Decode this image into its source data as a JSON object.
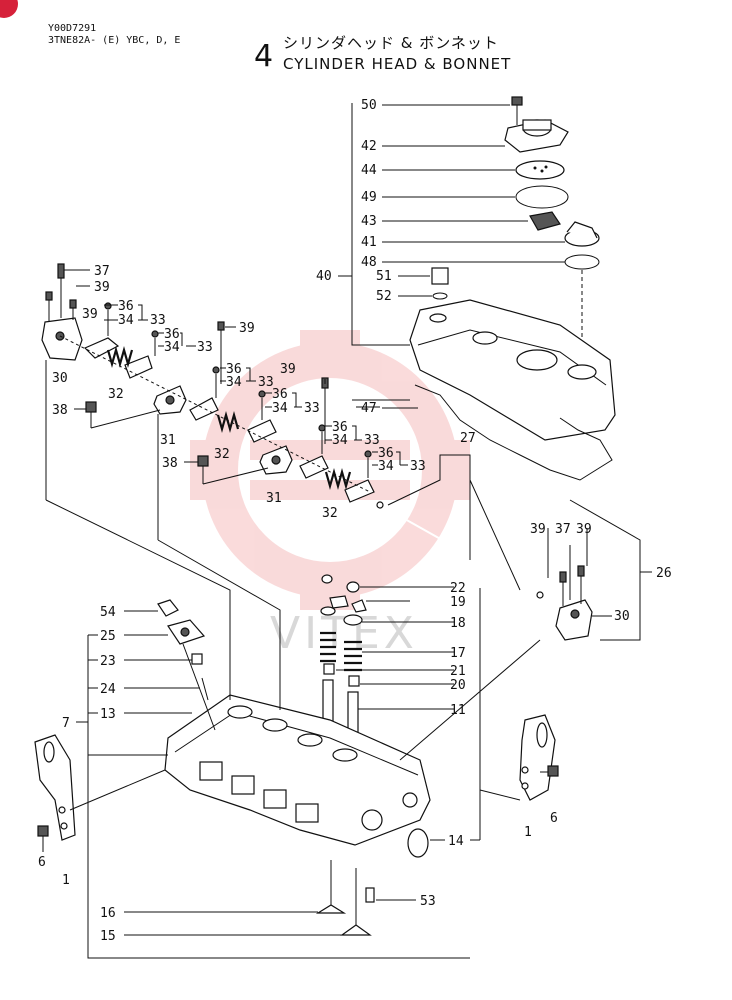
{
  "header": {
    "code": "Y00D7291",
    "model": "3TNE82A- (E) YBC, D, E",
    "section_number": "4",
    "title_jp": "シリンダヘッド & ボンネット",
    "title_en": "CYLINDER HEAD & BONNET"
  },
  "watermark": "VITEX",
  "callouts": [
    {
      "id": "50",
      "text": "50"
    },
    {
      "id": "42",
      "text": "42"
    },
    {
      "id": "44",
      "text": "44"
    },
    {
      "id": "49",
      "text": "49"
    },
    {
      "id": "43",
      "text": "43"
    },
    {
      "id": "41",
      "text": "41"
    },
    {
      "id": "48",
      "text": "48"
    },
    {
      "id": "40",
      "text": "40"
    },
    {
      "id": "51",
      "text": "51"
    },
    {
      "id": "52",
      "text": "52"
    },
    {
      "id": "47",
      "text": "47"
    },
    {
      "id": "27",
      "text": "27"
    },
    {
      "id": "37a",
      "text": "37"
    },
    {
      "id": "39a",
      "text": "39"
    },
    {
      "id": "39b",
      "text": "39"
    },
    {
      "id": "36a",
      "text": "36"
    },
    {
      "id": "34a",
      "text": "34"
    },
    {
      "id": "33a",
      "text": "33"
    },
    {
      "id": "36b",
      "text": "36"
    },
    {
      "id": "34b",
      "text": "34"
    },
    {
      "id": "33b",
      "text": "33"
    },
    {
      "id": "39c",
      "text": "39"
    },
    {
      "id": "30a",
      "text": "30"
    },
    {
      "id": "32a",
      "text": "32"
    },
    {
      "id": "38a",
      "text": "38"
    },
    {
      "id": "36c",
      "text": "36"
    },
    {
      "id": "34c",
      "text": "34"
    },
    {
      "id": "33c",
      "text": "33"
    },
    {
      "id": "39d",
      "text": "39"
    },
    {
      "id": "36d",
      "text": "36"
    },
    {
      "id": "34d",
      "text": "34"
    },
    {
      "id": "33d",
      "text": "33"
    },
    {
      "id": "31a",
      "text": "31"
    },
    {
      "id": "32b",
      "text": "32"
    },
    {
      "id": "36e",
      "text": "36"
    },
    {
      "id": "34e",
      "text": "34"
    },
    {
      "id": "33e",
      "text": "33"
    },
    {
      "id": "38b",
      "text": "38"
    },
    {
      "id": "31b",
      "text": "31"
    },
    {
      "id": "36f",
      "text": "36"
    },
    {
      "id": "34f",
      "text": "34"
    },
    {
      "id": "33f",
      "text": "33"
    },
    {
      "id": "32c",
      "text": "32"
    },
    {
      "id": "26",
      "text": "26"
    },
    {
      "id": "39e",
      "text": "39"
    },
    {
      "id": "37b",
      "text": "37"
    },
    {
      "id": "39f",
      "text": "39"
    },
    {
      "id": "30b",
      "text": "30"
    },
    {
      "id": "22",
      "text": "22"
    },
    {
      "id": "19",
      "text": "19"
    },
    {
      "id": "18",
      "text": "18"
    },
    {
      "id": "17",
      "text": "17"
    },
    {
      "id": "21",
      "text": "21"
    },
    {
      "id": "20",
      "text": "20"
    },
    {
      "id": "11",
      "text": "11"
    },
    {
      "id": "54",
      "text": "54"
    },
    {
      "id": "25",
      "text": "25"
    },
    {
      "id": "23",
      "text": "23"
    },
    {
      "id": "24",
      "text": "24"
    },
    {
      "id": "7",
      "text": "7"
    },
    {
      "id": "13",
      "text": "13"
    },
    {
      "id": "14",
      "text": "14"
    },
    {
      "id": "6a",
      "text": "6"
    },
    {
      "id": "1a",
      "text": "1"
    },
    {
      "id": "6b",
      "text": "6"
    },
    {
      "id": "1b",
      "text": "1"
    },
    {
      "id": "16",
      "text": "16"
    },
    {
      "id": "15",
      "text": "15"
    },
    {
      "id": "53",
      "text": "53"
    }
  ]
}
